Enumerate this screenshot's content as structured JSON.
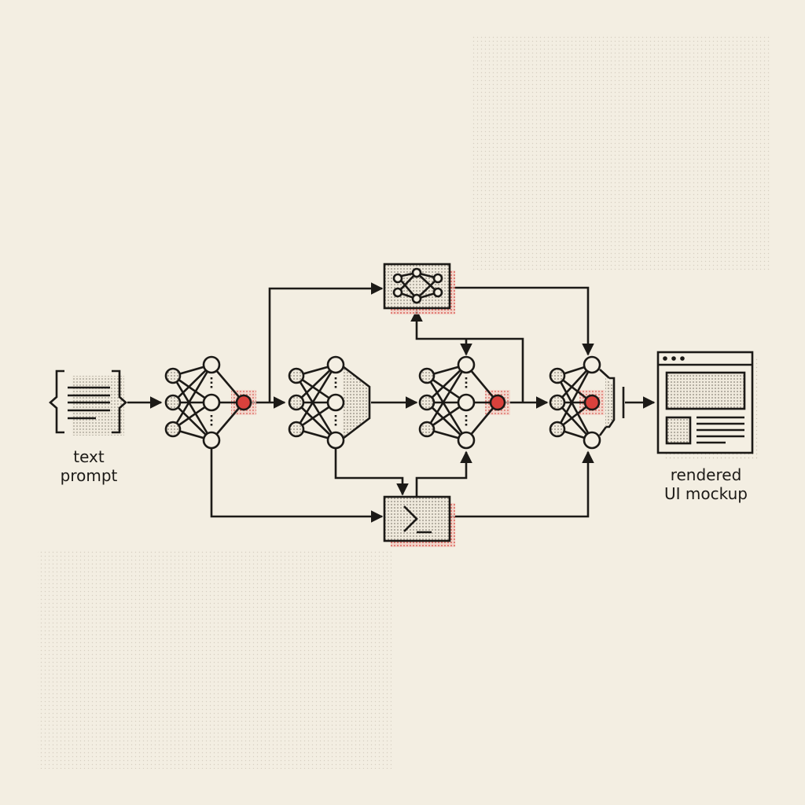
{
  "labels": {
    "input": [
      "text",
      "prompt"
    ],
    "output": [
      "rendered",
      "UI mockup"
    ]
  },
  "icons": [
    "text-prompt-icon",
    "neural-network-icon",
    "network-module-icon",
    "terminal-icon",
    "ui-mockup-icon"
  ],
  "colors": {
    "background": "#f3eee2",
    "ink": "#1c1a17",
    "accent": "#d9413c"
  }
}
